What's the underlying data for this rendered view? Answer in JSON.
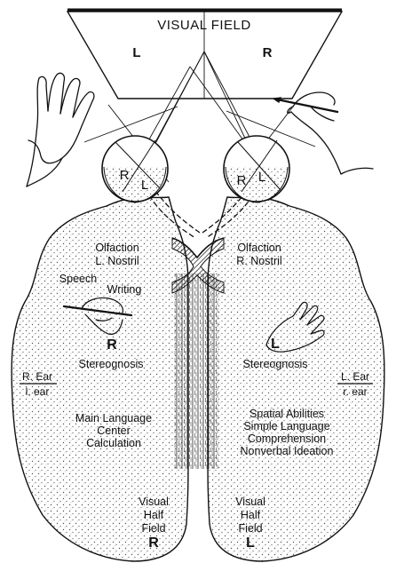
{
  "visual_field": {
    "title": "VISUAL FIELD",
    "left": "L",
    "right": "R"
  },
  "eyes": {
    "left_eye": {
      "r": "R",
      "l": "L"
    },
    "right_eye": {
      "r": "R",
      "l": "L"
    }
  },
  "left_hemisphere": {
    "olfaction_title": "Olfaction",
    "olfaction_sub": "L. Nostril",
    "speech": "Speech",
    "writing": "Writing",
    "hand_letter": "R",
    "stereognosis": "Stereognosis",
    "ear_major": "R. Ear",
    "ear_minor": "l. ear",
    "functions": [
      "Main Language",
      "Center",
      "Calculation"
    ],
    "visual_field": [
      "Visual",
      "Half",
      "Field"
    ],
    "field_letter": "R"
  },
  "right_hemisphere": {
    "olfaction_title": "Olfaction",
    "olfaction_sub": "R. Nostril",
    "hand_letter": "L",
    "stereognosis": "Stereognosis",
    "ear_major": "L. Ear",
    "ear_minor": "r. ear",
    "functions": [
      "Spatial Abilities",
      "Simple Language",
      "Comprehension",
      "Nonverbal Ideation"
    ],
    "visual_field": [
      "Visual",
      "Half",
      "Field"
    ],
    "field_letter": "L"
  },
  "colors": {
    "ink": "#111111",
    "background": "#ffffff",
    "stipple": "#555555"
  }
}
